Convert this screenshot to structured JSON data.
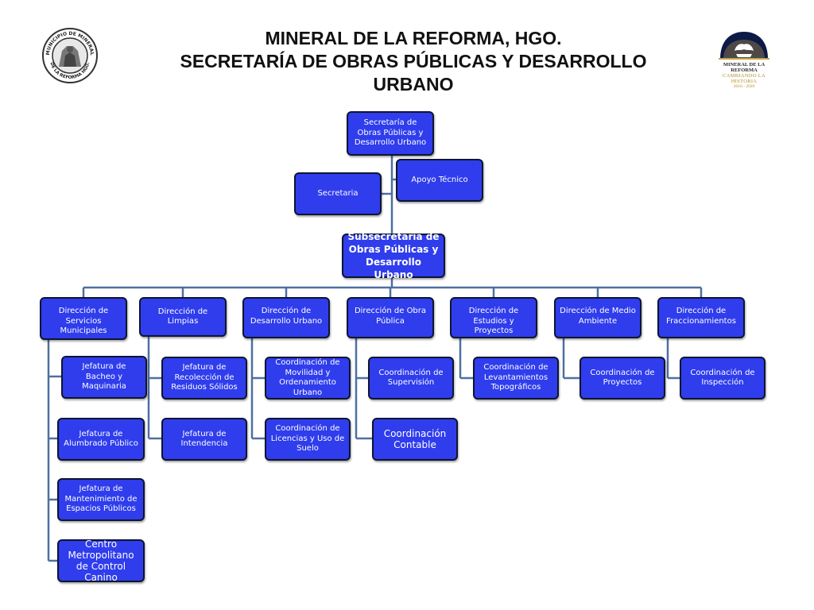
{
  "header": {
    "line1": "MINERAL DE LA REFORMA, HGO.",
    "line2": "SECRETARÍA DE OBRAS PÚBLICAS Y DESARROLLO",
    "line3": "URBANO"
  },
  "logos": {
    "left": {
      "ring_text_top": "MUNICIPIO DE MINERAL",
      "ring_text_bottom": "DE LA REFORMA HGO."
    },
    "right": {
      "name": "MINERAL DE LA REFORMA",
      "slogan": "CAMBIANDO LA HISTORIA",
      "period": "2016 - 2020"
    }
  },
  "colors": {
    "box_fill": "#2f3ded",
    "box_border": "#0e1530",
    "connector": "#4f6fa3"
  },
  "org": {
    "secretaria_obras": "Secretaría de Obras Públicas y Desarrollo Urbano",
    "secretaria": "Secretaria",
    "apoyo_tecnico": "Apoyo Técnico",
    "subsecretaria": "Subsecretaría de Obras Públicas y Desarrollo Urbano",
    "dir_servicios": "Dirección de Servicios Municipales",
    "dir_limpias": "Dirección de Limpias",
    "dir_desarrollo": "Dirección de Desarrollo Urbano",
    "dir_obra": "Dirección de Obra Pública",
    "dir_estudios": "Dirección de Estudios y Proyectos",
    "dir_ambiente": "Dirección de Medio Ambiente",
    "dir_fracc": "Dirección de Fraccionamientos",
    "jef_bacheo": "Jefatura de Bacheo y Maquinaria",
    "jef_alumbrado": "Jefatura de Alumbrado Público",
    "jef_mantenimiento": "Jefatura de Mantenimiento de Espacios Públicos",
    "centro_canino": "Centro Metropolitano de Control Canino",
    "jef_recoleccion": "Jefatura de Recolección de Residuos Sólidos",
    "jef_intendencia": "Jefatura de Intendencia",
    "coord_movilidad": "Coordinación de Movilidad y Ordenamiento Urbano",
    "coord_licencias": "Coordinación de Licencias y Uso de Suelo",
    "coord_supervision": "Coordinación de Supervisión",
    "coord_contable": "Coordinación Contable",
    "coord_levantamientos": "Coordinación de Levantamientos Topográficos",
    "coord_proyectos": "Coordinación de Proyectos",
    "coord_inspeccion": "Coordinación de Inspección"
  }
}
